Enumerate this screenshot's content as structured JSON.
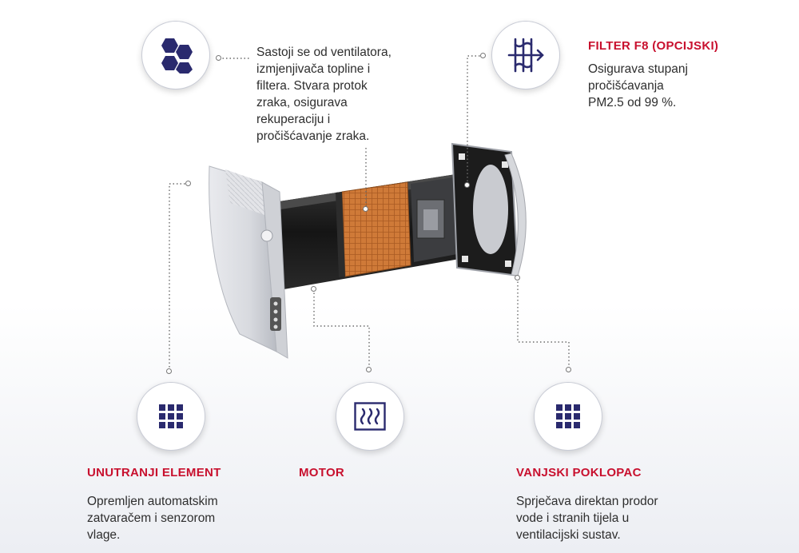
{
  "accent_color": "#c8102e",
  "icon_color": "#2a2a6e",
  "callouts": {
    "ventilator": {
      "icon": "hexagon-cells-icon",
      "desc": "Sastoji se od ventilatora,\nizmjenjivača topline i\nfiltera. Stvara protok\nzraka, osigurava\nrekuperaciju i\npročišćavanje zraka."
    },
    "filter": {
      "icon": "filter-icon",
      "title": "FILTER F8 (OPCIJSKI)",
      "desc": "Osigurava stupanj\npročišćavanja\nPM2.5 od 99 %."
    },
    "inner": {
      "icon": "grid-icon",
      "title": "UNUTRANJI ELEMENT",
      "desc": "Opremljen automatskim\nzatvaračem i senzorom\nvlage."
    },
    "motor": {
      "icon": "heat-waves-icon",
      "title": "MOTOR"
    },
    "outer": {
      "icon": "grid-icon",
      "title": "VANJSKI POKLOPAC",
      "desc": "Sprječava direktan prodor\nvode i stranih tijela u\nventilacijski sustav."
    }
  }
}
